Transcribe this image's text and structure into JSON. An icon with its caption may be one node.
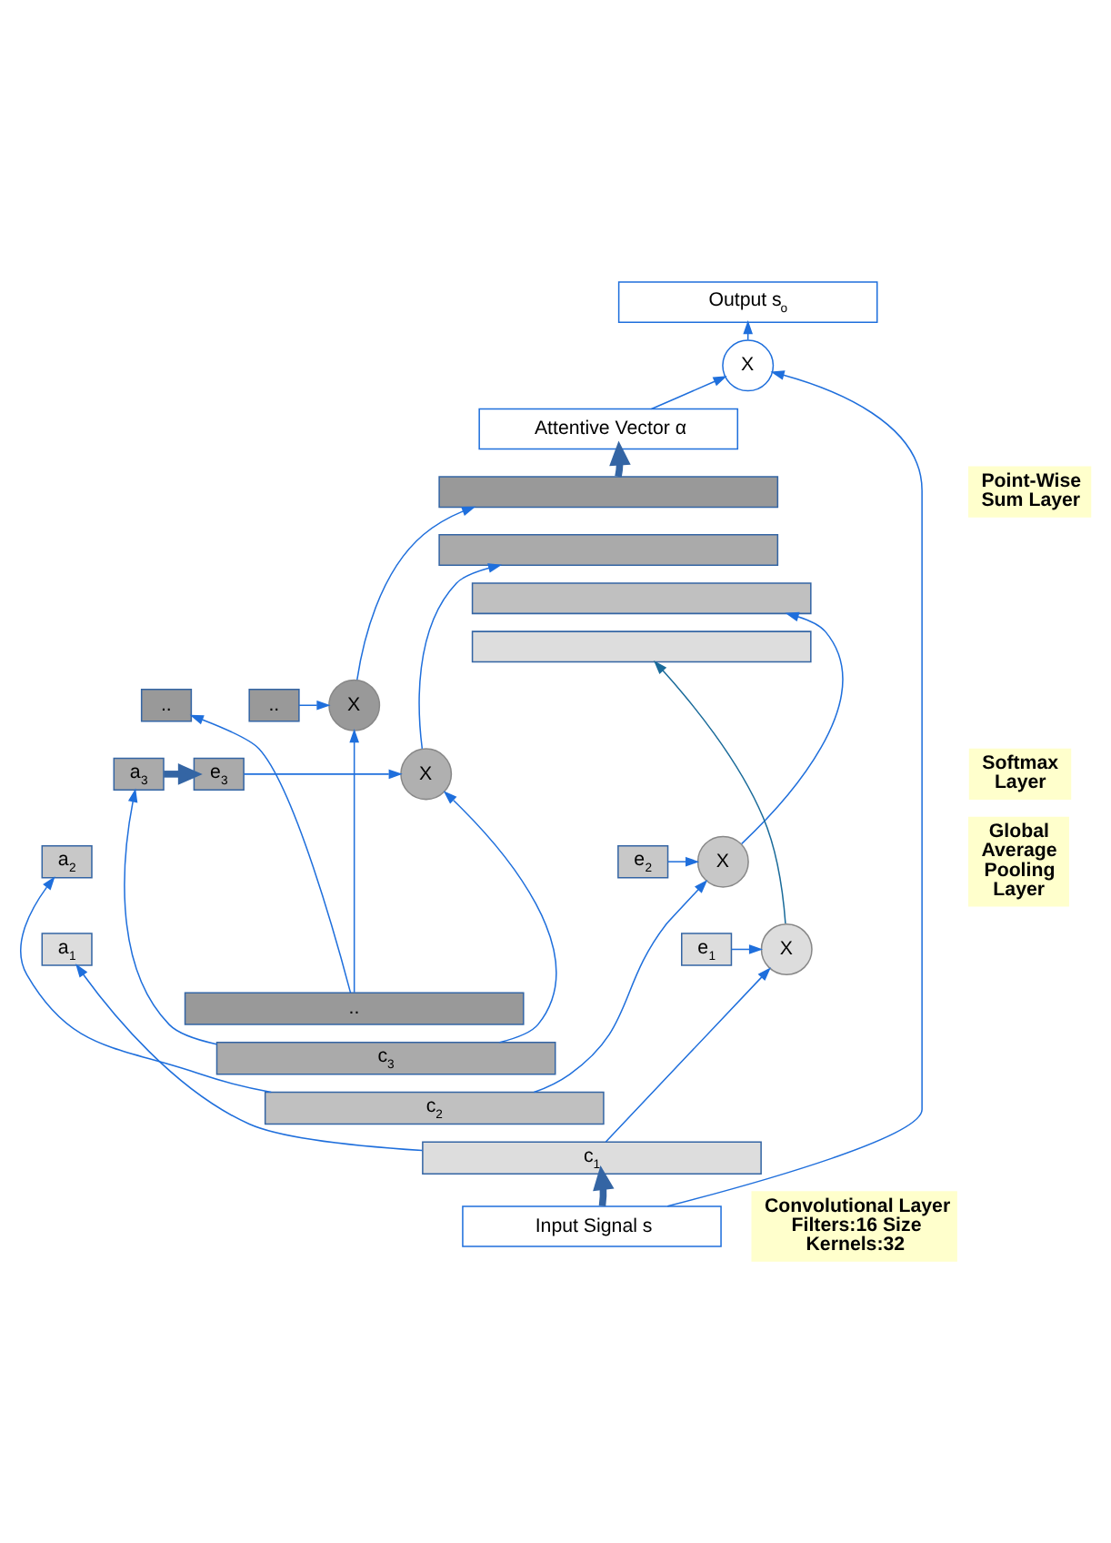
{
  "diagram": {
    "nodes": [
      {
        "text": [
          "Output s$_{o}$"
        ]
      },
      {
        "text": [
          "X"
        ]
      },
      {
        "text": [
          "Attentive Vector α"
        ]
      },
      {
        "text": [
          "Point-Wise Sum Layer"
        ]
      },
      {
        "text": [],
        "shape": "box"
      },
      {
        "text": [],
        "shape": "box"
      },
      {
        "text": [],
        "shape": "box"
      },
      {
        "text": [],
        "shape": "box"
      },
      {
        "text": [
          "Global Average Pooling Layer"
        ]
      },
      {
        "text": [
          ".."
        ]
      },
      {
        "text": [
          "a$_{3}$"
        ]
      },
      {
        "text": [
          "a$_{2}$"
        ]
      },
      {
        "text": [
          "a$_{1}$"
        ]
      },
      {
        "text": [
          "Softmax Layer"
        ]
      },
      {
        "text": [
          ".."
        ]
      },
      {
        "text": [
          "e$_{3}$"
        ]
      },
      {
        "text": [
          "e$_{2}$"
        ]
      },
      {
        "text": [
          "e$_{1}$"
        ]
      },
      {
        "text": [
          "X"
        ]
      },
      {
        "text": [
          "X"
        ]
      },
      {
        "text": [
          "X"
        ]
      },
      {
        "text": [
          "X"
        ]
      },
      {
        "text": [
          ".."
        ]
      },
      {
        "text": [
          "c$_{3}$"
        ]
      },
      {
        "text": [
          "c$_{2}$"
        ]
      },
      {
        "text": [
          "c$_{1}$"
        ]
      },
      {
        "text": [
          "Convolutional Layer Filters:16 Size Kernels:32"
        ]
      },
      {
        "text": [
          "Input Signal s"
        ]
      }
    ],
    "edges": [
      {
        "from": 27,
        "to": 1,
        "arrow": "to"
      },
      {
        "from": 1,
        "to": 0,
        "arrow": "to"
      },
      {
        "from": 2,
        "to": 1,
        "arrow": "to"
      },
      {
        "from": 4,
        "to": 2,
        "arrow": "to",
        "style": "thick",
        "color": "#3465a4"
      },
      {
        "from": 18,
        "to": 4,
        "arrow": "to"
      },
      {
        "from": 19,
        "to": 5,
        "arrow": "to"
      },
      {
        "from": 20,
        "to": 6,
        "arrow": "to"
      },
      {
        "from": 21,
        "to": 7,
        "arrow": "to",
        "color": "#1a6b9a"
      },
      {
        "from": 10,
        "to": 15,
        "arrow": "to",
        "style": "thick",
        "color": "#3465a4"
      },
      {
        "from": 14,
        "to": 18,
        "arrow": "to"
      },
      {
        "from": 15,
        "to": 19,
        "arrow": "to"
      },
      {
        "from": 16,
        "to": 20,
        "arrow": "to"
      },
      {
        "from": 17,
        "to": 21,
        "arrow": "to"
      },
      {
        "from": 22,
        "to": 9,
        "arrow": "to"
      },
      {
        "from": 23,
        "to": 10,
        "arrow": "to"
      },
      {
        "from": 24,
        "to": 11,
        "arrow": "to"
      },
      {
        "from": 25,
        "to": 12,
        "arrow": "to"
      },
      {
        "from": 22,
        "to": 18,
        "arrow": "to"
      },
      {
        "from": 23,
        "to": 19,
        "arrow": "to"
      },
      {
        "from": 24,
        "to": 20,
        "arrow": "to"
      },
      {
        "from": 25,
        "to": 21,
        "arrow": "to"
      },
      {
        "from": 27,
        "to": 25,
        "arrow": "to",
        "style": "thick",
        "color": "#3465a4"
      }
    ]
  }
}
